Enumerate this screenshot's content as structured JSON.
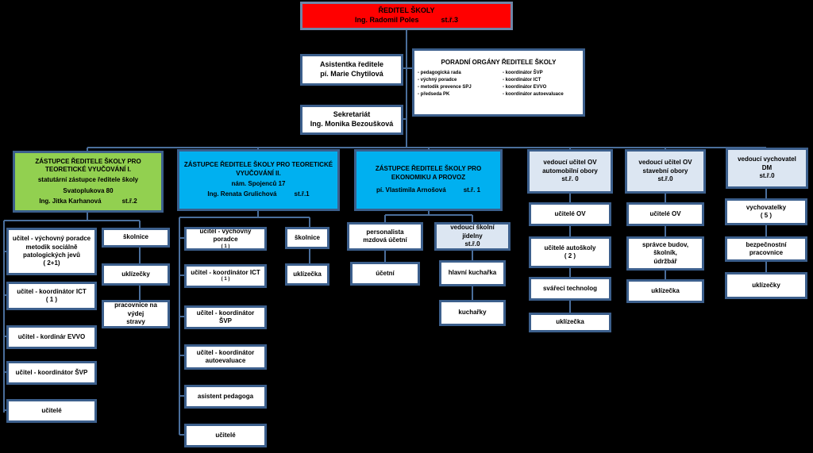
{
  "director": {
    "title": "ŘEDITEL ŠKOLY",
    "name": "Ing. Radomil Poles",
    "grade": "st.ř.3"
  },
  "assistant": {
    "title": "Asistentka ředitele",
    "name": "pí. Marie Chytilová"
  },
  "secretariat": {
    "title": "Sekretariát",
    "name": "Ing. Monika Bezoušková"
  },
  "advisory": {
    "title": "PORADNÍ ORGÁNY ŘEDITELE ŠKOLY",
    "left": [
      "- pedagogická   rada",
      "- výchný poradce",
      "- metodik   prevence   SPJ",
      "- předseda   PK"
    ],
    "right": [
      "- koordinátor   ŠVP",
      "- koordinátor   ICT",
      "- koordinátor   EVVO",
      "- koordinátor   autoevaluace"
    ]
  },
  "deputy1": {
    "line1": "ZÁSTUPCE ŘEDITELE ŠKOLY PRO",
    "line2": "TEORETICKÉ VYUČOVÁNÍ I.",
    "line3": "statutární zástupce ředitele školy",
    "line4": "Svatoplukova 80",
    "name": "Ing. Jitka Karhanová",
    "grade": "st.ř.2"
  },
  "deputy2": {
    "line1": "ZÁSTUPCE  ŘEDITELE  ŠKOLY PRO TEORETICKÉ",
    "line2": "VYUČOVÁNÍ II.",
    "line3": "nám. Spojenců 17",
    "name": "Ing. Renata Grulichová",
    "grade": "st.ř.1"
  },
  "deputy3": {
    "line1": "ZÁSTUPCE ŘEDITELE ŠKOLY PRO",
    "line2": "EKONOMIKU A PROVOZ",
    "name": "pí. Vlastimila Arnošová",
    "grade": "st.ř. 1"
  },
  "ov_auto": {
    "line1": "vedoucí učitel OV",
    "line2": "automobilní obory",
    "grade": "st.ř. 0"
  },
  "ov_build": {
    "line1": "vedoucí učitel OV",
    "line2": "stavební obory",
    "grade": "st.ř.0"
  },
  "dm_head": {
    "line1": "vedoucí  vychovatel",
    "line2": "DM",
    "grade": "st.ř.0"
  },
  "col1a": [
    {
      "lines": [
        "učitel - výchovný poradce",
        "metodik sociálně",
        "patologických jevů",
        "( 2+1)"
      ]
    },
    {
      "lines": [
        "učitel - koordinátor ICT",
        "( 1 )"
      ]
    },
    {
      "lines": [
        "učitel - kordinár EVVO"
      ]
    },
    {
      "lines": [
        "učitel - koordinátor ŠVP"
      ]
    },
    {
      "lines": [
        "učitelé"
      ]
    }
  ],
  "col1b": [
    {
      "lines": [
        "školnice"
      ]
    },
    {
      "lines": [
        "uklízečky"
      ]
    },
    {
      "lines": [
        "pracovnice na výdej",
        "stravy"
      ]
    }
  ],
  "col2a": [
    {
      "lines": [
        "učitel - výchovný poradce",
        "( 1 )"
      ]
    },
    {
      "lines": [
        "učitel - koordinátor ICT",
        "( 1 )"
      ]
    },
    {
      "lines": [
        "učitel - koordinátor ŠVP"
      ]
    },
    {
      "lines": [
        "učitel - koordinátor",
        "autoevaluace"
      ]
    },
    {
      "lines": [
        "asistent pedagoga"
      ]
    },
    {
      "lines": [
        "učitelé"
      ]
    }
  ],
  "col2b": [
    {
      "lines": [
        "školnice"
      ]
    },
    {
      "lines": [
        "uklízečka"
      ]
    }
  ],
  "col3a": [
    {
      "lines": [
        "personalista",
        "mzdová účetní"
      ]
    },
    {
      "lines": [
        "účetní"
      ]
    }
  ],
  "canteen": {
    "line1": "vedoucí školní jídelny",
    "grade": "st.ř.0"
  },
  "col3b": [
    {
      "lines": [
        "hlavní kuchařka"
      ]
    },
    {
      "lines": [
        "kuchařky"
      ]
    }
  ],
  "col4": [
    {
      "lines": [
        "učitelé OV"
      ]
    },
    {
      "lines": [
        "učitelé autoškoly",
        "( 2 )"
      ]
    },
    {
      "lines": [
        "svářecí technolog"
      ]
    },
    {
      "lines": [
        "uklízečka"
      ]
    }
  ],
  "col5": [
    {
      "lines": [
        "učitelé OV"
      ]
    },
    {
      "lines": [
        "správce budov, školník,",
        "údržbář"
      ]
    },
    {
      "lines": [
        "uklízečka"
      ]
    }
  ],
  "col6": [
    {
      "lines": [
        "vychovatelky",
        "( 5 )"
      ]
    },
    {
      "lines": [
        "bezpečnostní pracovnice"
      ]
    },
    {
      "lines": [
        "uklízečky"
      ]
    }
  ]
}
